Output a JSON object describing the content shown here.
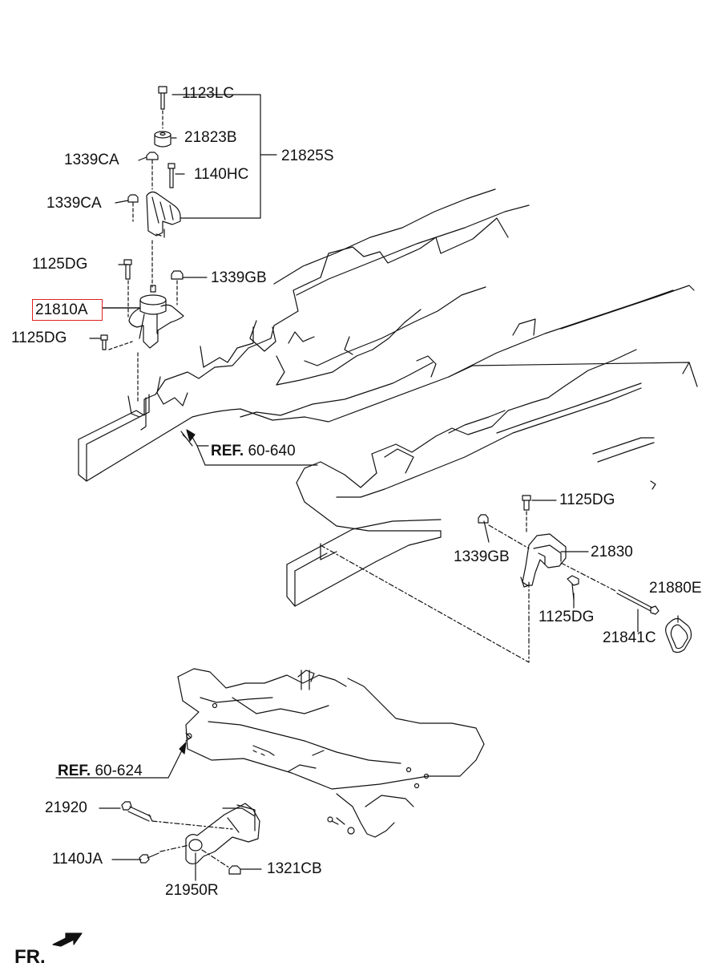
{
  "labels": {
    "p1123LC": "1123LC",
    "p21823B": "21823B",
    "p1339CA_a": "1339CA",
    "p1140HC": "1140HC",
    "p21825S": "21825S",
    "p1339CA_b": "1339CA",
    "p1125DG_a": "1125DG",
    "p1339GB_a": "1339GB",
    "p21810A": "21810A",
    "p1125DG_b": "1125DG",
    "p1125DG_c": "1125DG",
    "p1339GB_b": "1339GB",
    "p21830": "21830",
    "p21880E": "21880E",
    "p1125DG_d": "1125DG",
    "p21841C": "21841C",
    "p21920": "21920",
    "p1140JA": "1140JA",
    "p1321CB": "1321CB",
    "p21950R": "21950R"
  },
  "refs": {
    "ref1_prefix": "REF.",
    "ref1_num": "60-640",
    "ref2_prefix": "REF.",
    "ref2_num": "60-624"
  },
  "direction": {
    "text": "FR.",
    "icon": "forward-arrow-icon"
  },
  "highlight": {
    "part": "21810A",
    "color": "#e02020"
  }
}
